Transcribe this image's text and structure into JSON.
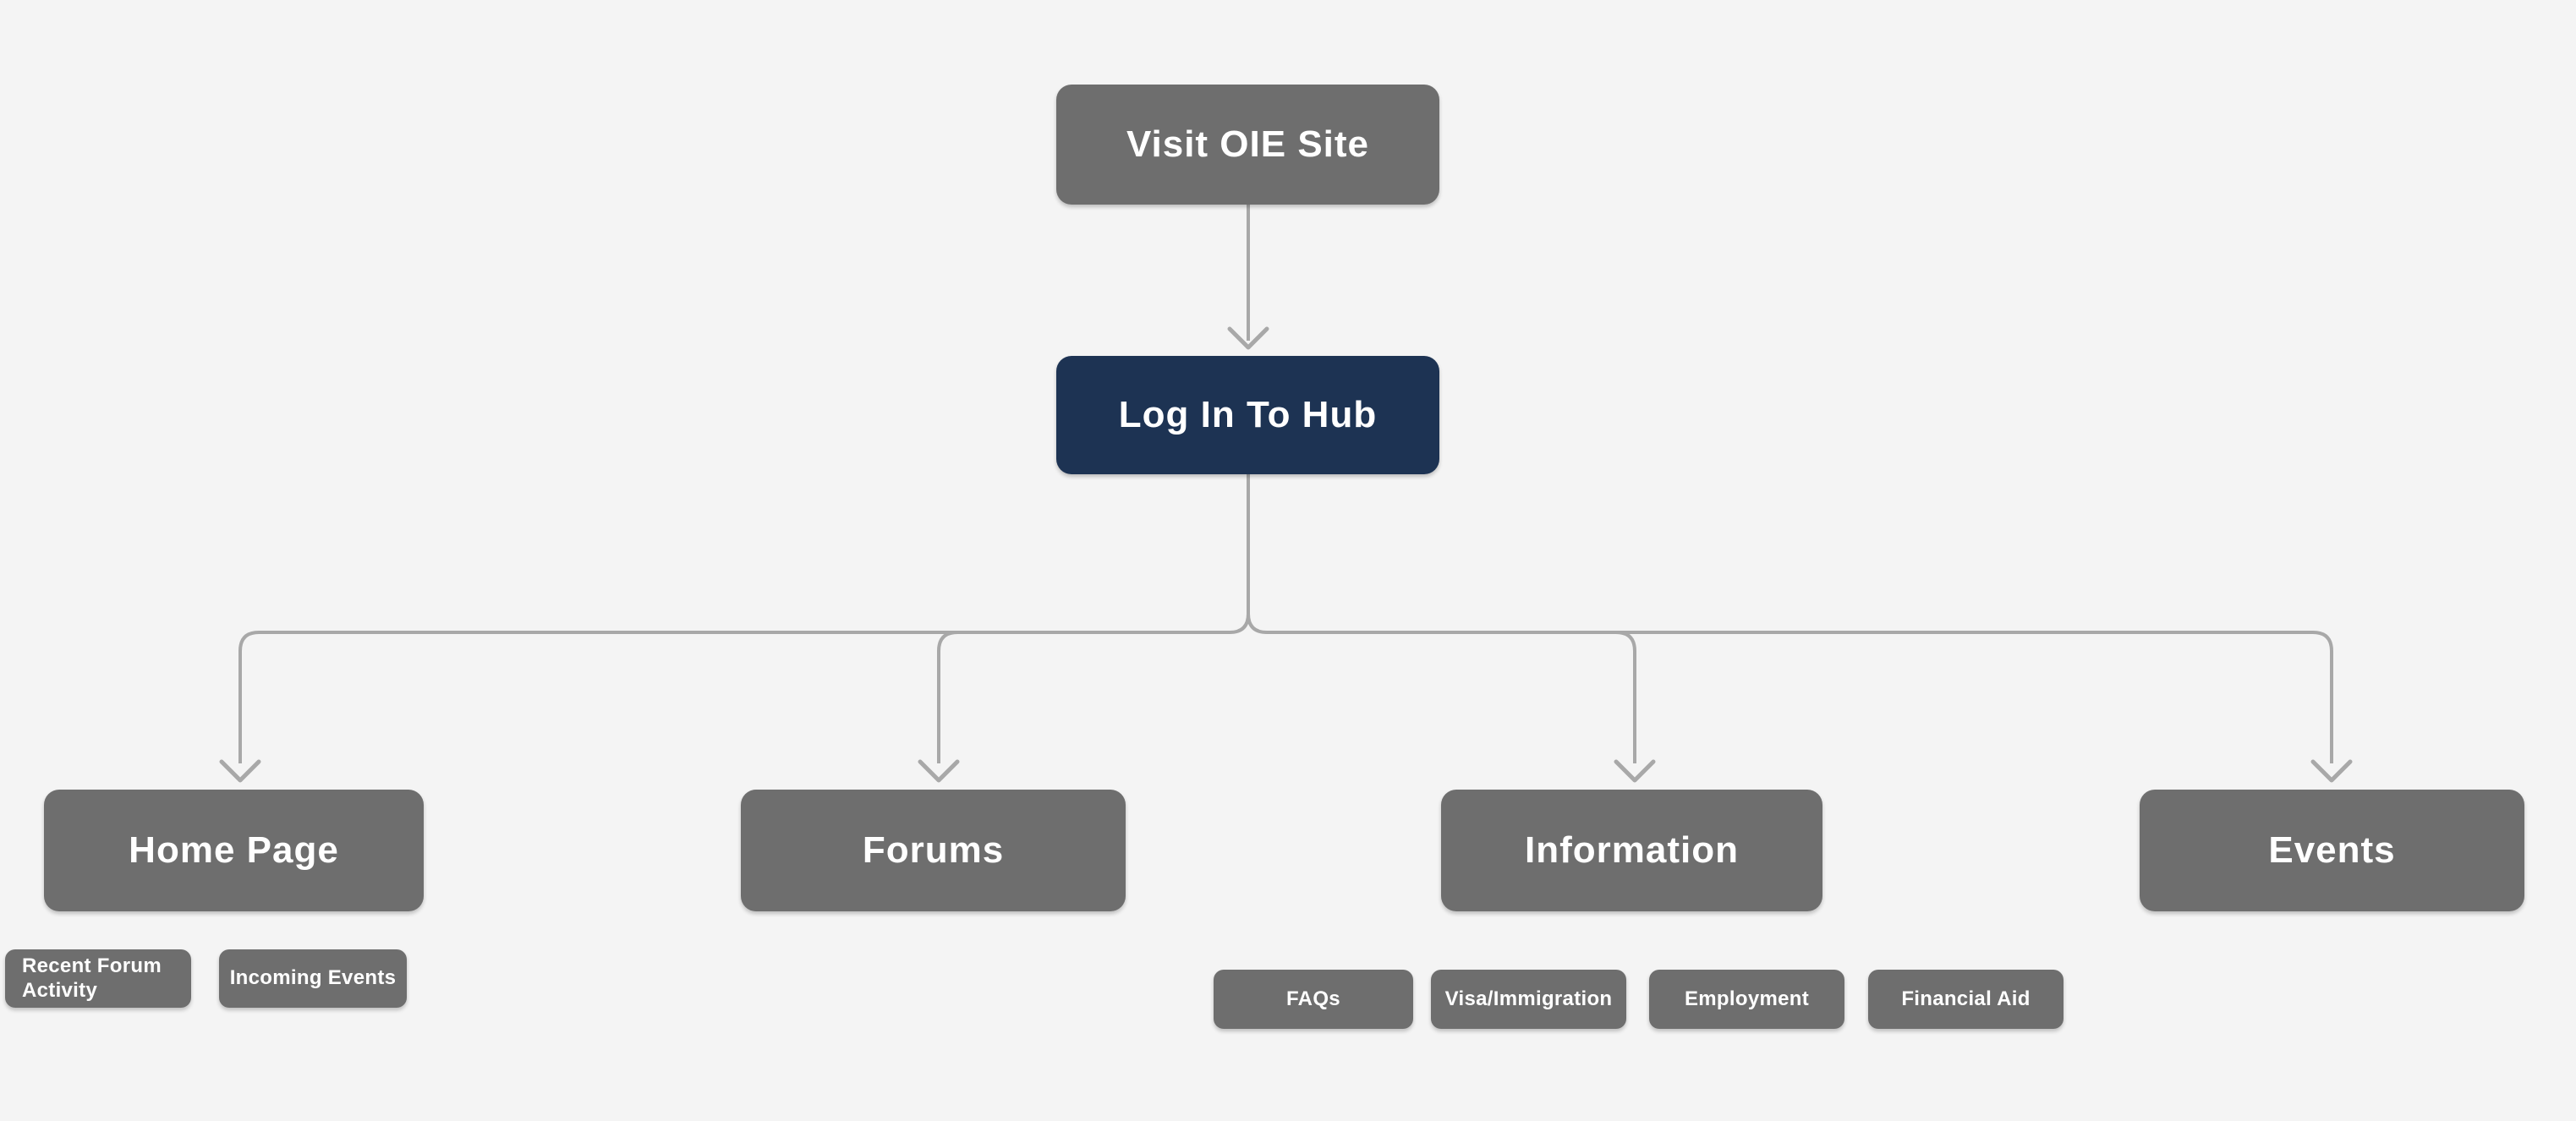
{
  "colors": {
    "background": "#f4f4f4",
    "node_gray": "#6e6e6e",
    "node_navy": "#1d3353",
    "connector": "#a8a8a8",
    "node_text": "#ffffff"
  },
  "diagram": {
    "nodes": {
      "visit_oie": {
        "label": "Visit OIE Site"
      },
      "login_hub": {
        "label": "Log In To Hub"
      },
      "home_page": {
        "label": "Home Page"
      },
      "forums": {
        "label": "Forums"
      },
      "information": {
        "label": "Information"
      },
      "events": {
        "label": "Events"
      },
      "recent_forum_activity": {
        "label": "Recent Forum Activity"
      },
      "incoming_events": {
        "label": "Incoming Events"
      },
      "faqs": {
        "label": "FAQs"
      },
      "visa_immigration": {
        "label": "Visa/Immigration"
      },
      "employment": {
        "label": "Employment"
      },
      "financial_aid": {
        "label": "Financial Aid"
      }
    },
    "edges": [
      {
        "from": "visit_oie",
        "to": "login_hub"
      },
      {
        "from": "login_hub",
        "to": "home_page"
      },
      {
        "from": "login_hub",
        "to": "forums"
      },
      {
        "from": "login_hub",
        "to": "information"
      },
      {
        "from": "login_hub",
        "to": "events"
      }
    ]
  }
}
